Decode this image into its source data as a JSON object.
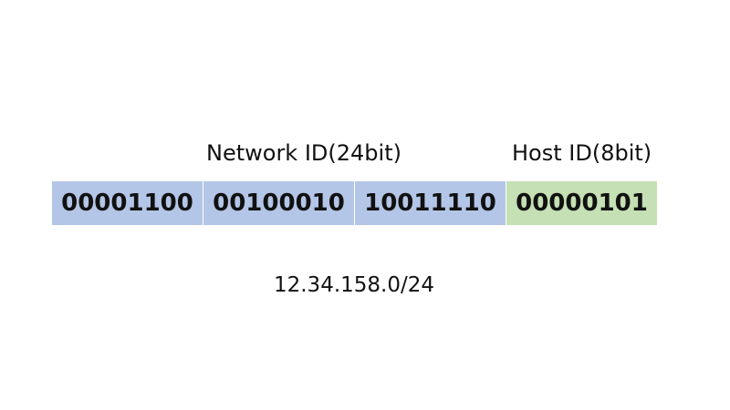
{
  "labels": {
    "network": "Network ID(24bit)",
    "host": "Host ID(8bit)"
  },
  "octets": [
    {
      "bits": "00001100",
      "part": "network"
    },
    {
      "bits": "00100010",
      "part": "network"
    },
    {
      "bits": "10011110",
      "part": "network"
    },
    {
      "bits": "00000101",
      "part": "host"
    }
  ],
  "cidr": "12.34.158.0/24",
  "colors": {
    "network": "#b4c6e7",
    "host": "#c5e0b4"
  }
}
